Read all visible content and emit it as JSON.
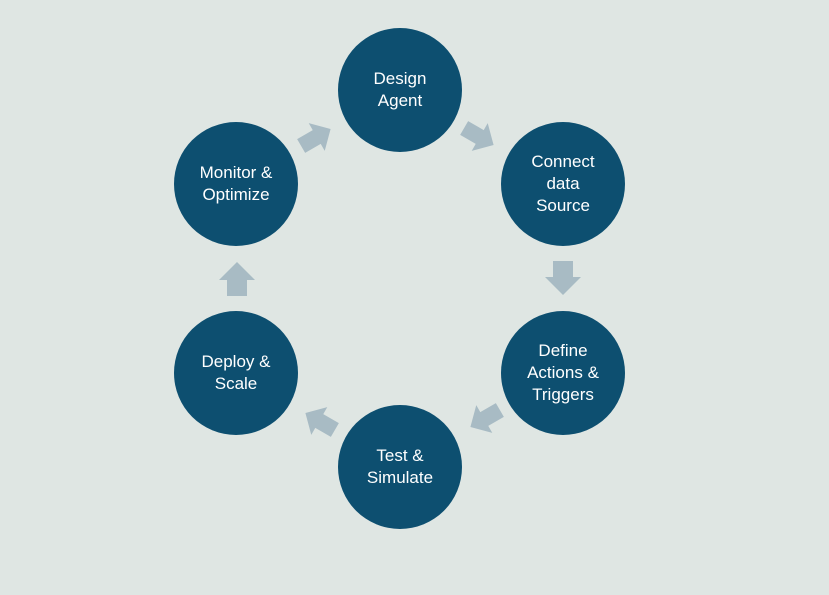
{
  "cycle": {
    "steps": [
      {
        "label": "Design\nAgent"
      },
      {
        "label": "Connect\ndata\nSource"
      },
      {
        "label": "Define\nActions &\nTriggers"
      },
      {
        "label": "Test &\nSimulate"
      },
      {
        "label": "Deploy &\nScale"
      },
      {
        "label": "Monitor &\nOptimize"
      }
    ]
  },
  "colors": {
    "background": "#dfe6e3",
    "node_fill": "#0d4f70",
    "node_text": "#ffffff",
    "arrow_fill": "#a8bbc4"
  }
}
